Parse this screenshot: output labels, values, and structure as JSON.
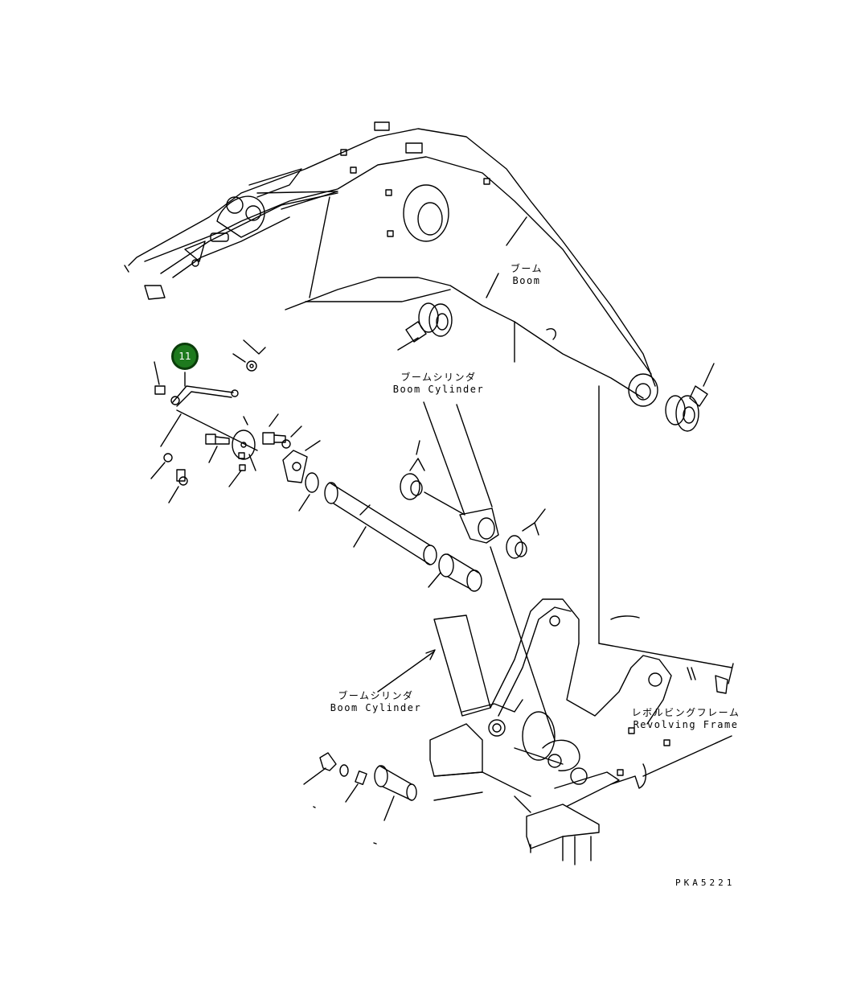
{
  "labels": {
    "boom_jp": "ブーム",
    "boom_en": "Boom",
    "boom_cyl_top_jp": "ブームシリンダ",
    "boom_cyl_top_en": "Boom Cylinder",
    "boom_cyl_bottom_jp": "ブームシリンダ",
    "boom_cyl_bottom_en": "Boom Cylinder",
    "revolving_jp": "レボルビングフレーム",
    "revolving_en": "Revolving Frame"
  },
  "callout": {
    "number": "11",
    "color": "#1e7a1e"
  },
  "drawing_code": "PKA5221"
}
